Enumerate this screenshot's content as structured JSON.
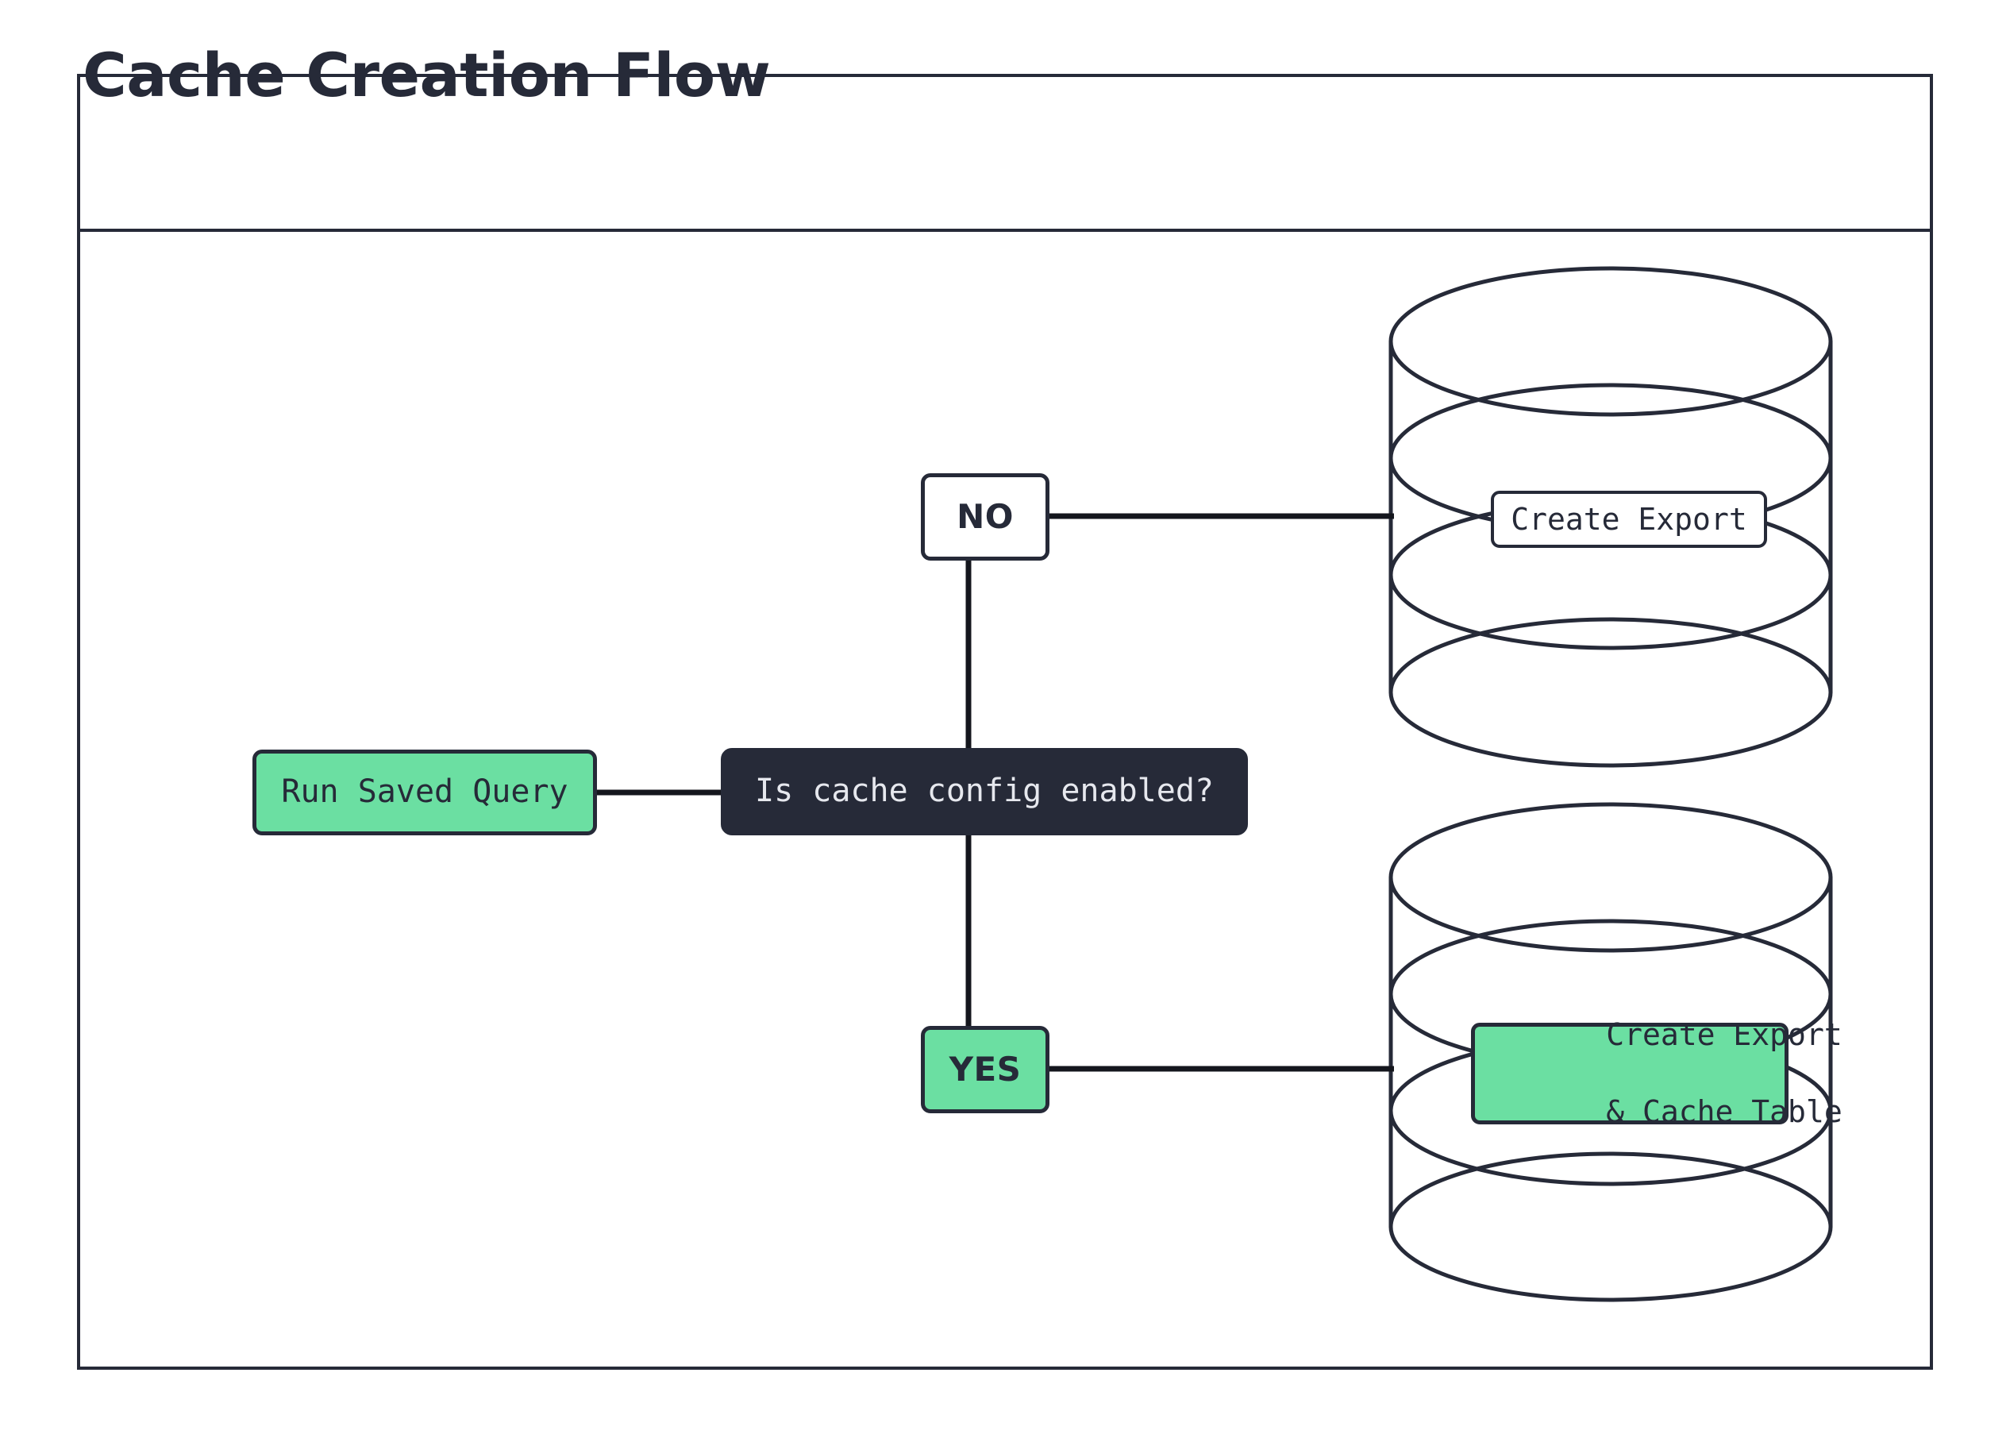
{
  "frame": {
    "title": "Cache Creation Flow"
  },
  "colors": {
    "ink": "#262a38",
    "green": "#6bdfa2",
    "paper": "#ffffff",
    "dark_text": "#e6e8ee"
  },
  "diagram": {
    "type": "flowchart",
    "direction": "left-to-right",
    "nodes": [
      {
        "id": "run-saved-query",
        "label": "Run Saved Query",
        "shape": "rounded-rect",
        "fill": "green"
      },
      {
        "id": "decision",
        "label": "Is cache config enabled?",
        "shape": "rounded-rect",
        "fill": "dark"
      },
      {
        "id": "no",
        "label": "NO",
        "shape": "rounded-rect",
        "fill": "white"
      },
      {
        "id": "yes",
        "label": "YES",
        "shape": "rounded-rect",
        "fill": "green"
      },
      {
        "id": "create-export",
        "label": "Create Export",
        "shape": "cylinder-label",
        "fill": "white"
      },
      {
        "id": "create-export-cache",
        "label_line1": "Create Export",
        "label_line2": "& Cache Table",
        "shape": "cylinder-label",
        "fill": "green"
      }
    ],
    "cylinders": [
      {
        "id": "cylinder-top",
        "contains": "create-export"
      },
      {
        "id": "cylinder-bottom",
        "contains": "create-export-cache"
      }
    ],
    "edges": [
      {
        "from": "run-saved-query",
        "to": "decision",
        "label": ""
      },
      {
        "from": "decision",
        "to": "no",
        "label": ""
      },
      {
        "from": "decision",
        "to": "yes",
        "label": ""
      },
      {
        "from": "no",
        "to": "cylinder-top",
        "label": ""
      },
      {
        "from": "yes",
        "to": "cylinder-bottom",
        "label": ""
      }
    ]
  }
}
